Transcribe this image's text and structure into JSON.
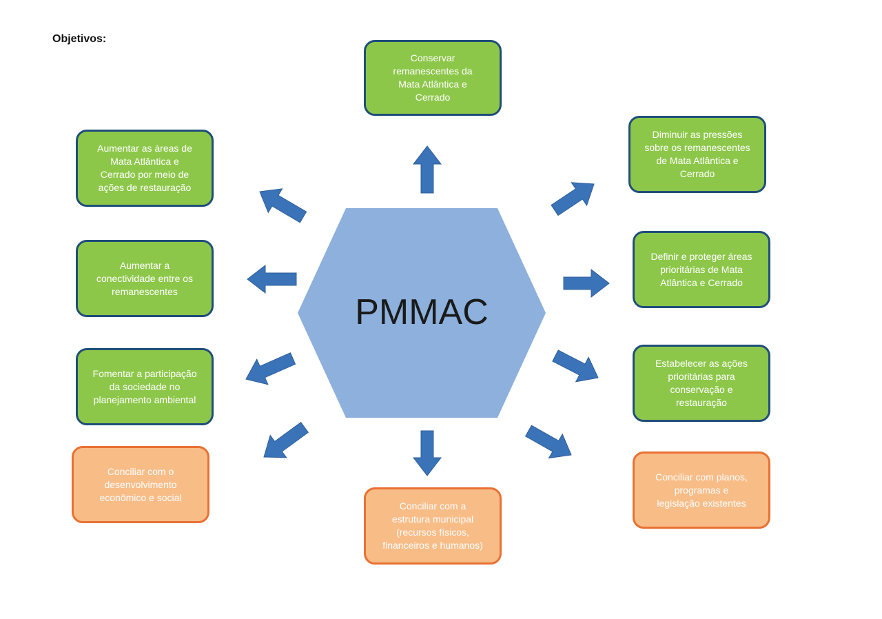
{
  "heading": "Objetivos:",
  "center": "PMMAC",
  "colors": {
    "green_fill": "#8dc74a",
    "green_border": "#1f4e79",
    "orange_fill": "#f8bc87",
    "orange_border": "#e97132",
    "hexagon": "#8db0dd",
    "arrow": "#3b73b9"
  },
  "objectives": {
    "top": "Conservar\nremanescentes da\nMata Atlântica e\nCerrado",
    "top_right": "Diminuir as pressões\nsobre os remanescentes\nde Mata Atlântica e\nCerrado",
    "right": "Definir e proteger áreas\nprioritárias de Mata\nAtlântica e Cerrado",
    "lower_right": "Estabelecer as ações\nprioritárias para\nconservação e\nrestauração",
    "bottom_right": "Conciliar com planos,\nprogramas e\nlegislação existentes",
    "bottom": "Conciliar com a\nestrutura municipal\n(recursos físicos,\nfinanceiros e humanos)",
    "bottom_left": "Conciliar com o\ndesenvolvimento\neconômico e social",
    "lower_left": "Fomentar a participação\nda sociedade no\nplanejamento ambiental",
    "left": "Aumentar a\nconectividade entre os\nremanescentes",
    "top_left": "Aumentar as áreas de\nMata Atlântica e\nCerrado por meio de\nações de restauração"
  }
}
